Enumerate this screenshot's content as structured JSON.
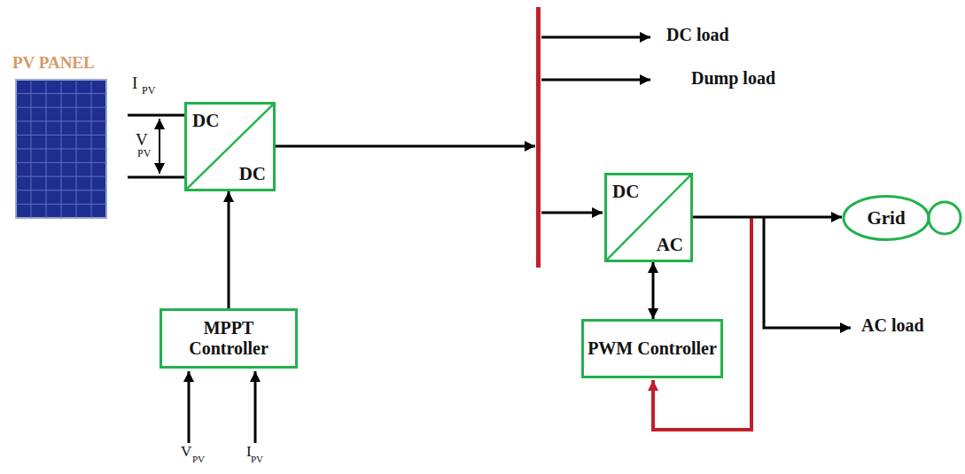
{
  "diagram": {
    "nodes": [
      {
        "text": [
          "PV PANEL"
        ]
      },
      {
        "text": [
          "DC",
          "DC"
        ]
      },
      {
        "text": [
          "MPPT Controller"
        ]
      },
      {
        "text": [
          "DC",
          "AC"
        ]
      },
      {
        "text": [
          "PWM Controller"
        ]
      },
      {
        "text": [
          "Grid"
        ]
      }
    ],
    "edges": [
      {
        "from": 0,
        "to": 1,
        "arrow": "none"
      },
      {
        "from": 0,
        "to": 1,
        "arrow": "none"
      },
      {
        "from": 2,
        "to": 1,
        "arrow": "to"
      },
      {
        "from": 3,
        "to": 4,
        "arrow": "both"
      },
      {
        "from": 3,
        "to": 5,
        "arrow": "to"
      }
    ],
    "labels": [
      "I",
      "PV",
      "V",
      "PV",
      "DC load",
      "Dump load",
      "AC load",
      "V",
      "PV",
      "I",
      "PV"
    ]
  }
}
